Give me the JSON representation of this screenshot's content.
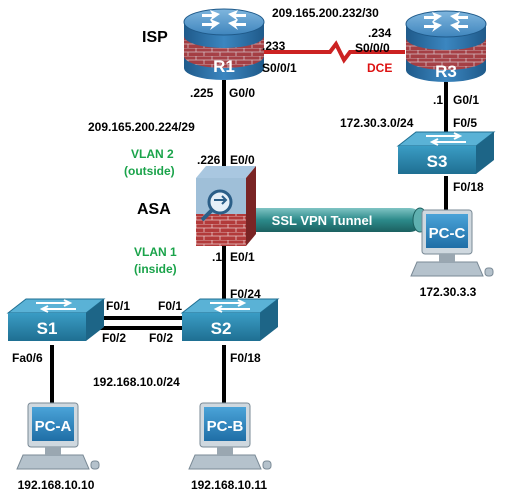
{
  "colors": {
    "link": "#000000",
    "serial_link": "#cc2222",
    "vlan_green": "#1aa34a",
    "dce_red": "#dd1111",
    "router_blue": "#2c6fa3",
    "router_top": "#4f93c8",
    "firewall_brick": "#a83232",
    "switch_teal": "#2e8bb1",
    "pc_blue": "#2a7fb8",
    "tunnel_teal": "#2c8a8a"
  },
  "devices": {
    "r1": {
      "name": "R1",
      "role_label": "ISP",
      "icon": "router-icon"
    },
    "r3": {
      "name": "R3",
      "icon": "router-icon"
    },
    "asa": {
      "name": "ASA",
      "icon": "firewall-icon"
    },
    "s1": {
      "name": "S1",
      "icon": "switch-icon"
    },
    "s2": {
      "name": "S2",
      "icon": "switch-icon"
    },
    "s3": {
      "name": "S3",
      "icon": "switch-icon"
    },
    "pca": {
      "name": "PC-A",
      "ip": "192.168.10.10",
      "icon": "pc-icon"
    },
    "pcb": {
      "name": "PC-B",
      "ip": "192.168.10.11",
      "icon": "pc-icon"
    },
    "pcc": {
      "name": "PC-C",
      "ip": "172.30.3.3",
      "icon": "pc-icon"
    }
  },
  "labels": {
    "serial_net": "209.165.200.232/30",
    "r1_s_host": ".233",
    "r1_s_port": "S0/0/1",
    "r3_s_host": ".234",
    "r3_s_port": "S0/0/0",
    "dce": "DCE",
    "r1_g_host": ".225",
    "r1_g_port": "G0/0",
    "outside_net": "209.165.200.224/29",
    "vlan2_line1": "VLAN 2",
    "vlan2_line2": "(outside)",
    "asa_e0_host": ".226",
    "asa_e0_port": "E0/0",
    "vlan1_line1": "VLAN 1",
    "vlan1_line2": "(inside)",
    "asa_e1_host": ".1",
    "asa_e1_port": "E0/1",
    "r3_g_host": ".1",
    "r3_g_port": "G0/1",
    "r3_net": "172.30.3.0/24",
    "s3_f05": "F0/5",
    "s3_f018": "F0/18",
    "tunnel": "SSL VPN Tunnel",
    "s2_f024": "F0/24",
    "s1_f01": "F0/1",
    "s2_f01": "F0/1",
    "s1_f02": "F0/2",
    "s2_f02": "F0/2",
    "s1_fa06": "Fa0/6",
    "s2_f018": "F0/18",
    "inside_net": "192.168.10.0/24"
  }
}
